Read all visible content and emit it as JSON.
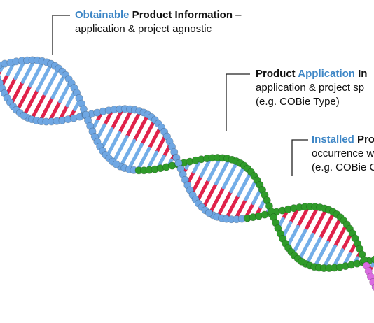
{
  "colors": {
    "accent_blue": "#3d86c6",
    "strand_blue": "#6fa7e3",
    "strand_green": "#2f9b2a",
    "rung_red": "#e0224a",
    "rung_blue": "#73aee8",
    "magenta": "#d96be0"
  },
  "callouts": [
    {
      "title_highlight": "Obtainable",
      "title_rest": " Product Information",
      "title_suffix": " –",
      "line2": "application & project agnostic",
      "line3": ""
    },
    {
      "title_prefix": "Product ",
      "title_highlight": "Application",
      "title_rest": " In",
      "line2": "application & project sp",
      "line3": "(e.g. COBie Type)"
    },
    {
      "title_highlight": "Installed",
      "title_rest": " Pro",
      "line2": "occurrence w",
      "line3": "(e.g. COBie C"
    }
  ]
}
